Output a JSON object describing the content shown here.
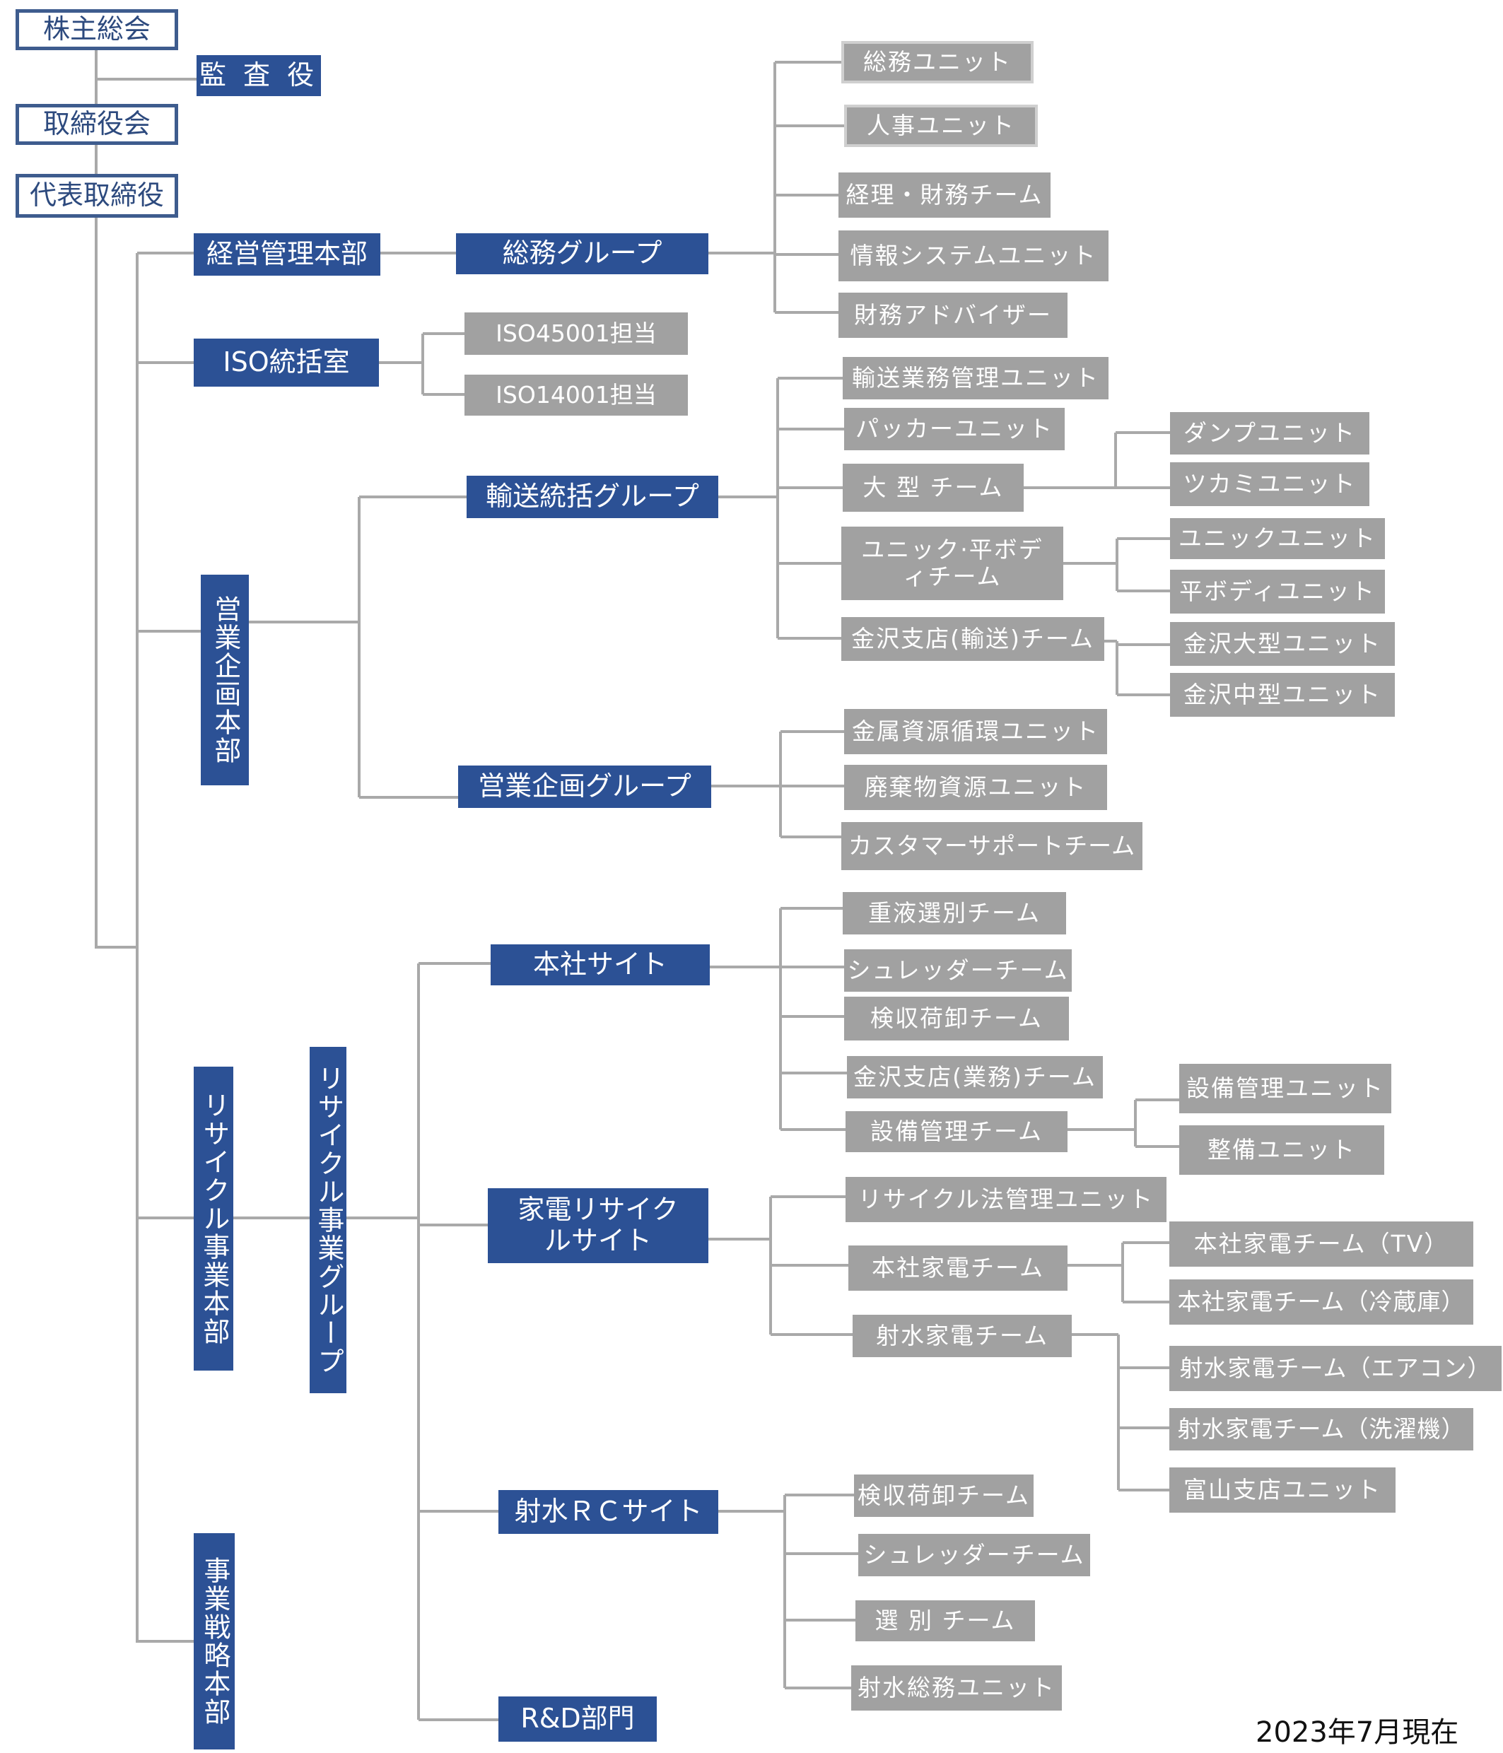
{
  "title": "",
  "date": "2023年7月現在",
  "nodes": {
    "shareholders": "株主総会",
    "auditor": "監 査 役",
    "board": "取締役会",
    "representative": "代表取締役",
    "mgmt_hq": "経営管理本部",
    "general_group": "総務グループ",
    "general_unit": "総務ユニット",
    "hr_unit": "人事ユニット",
    "accounting_team": "経理・財務チーム",
    "it_unit": "情報システムユニット",
    "finance_advisor": "財務アドバイザー",
    "iso_office": "ISO統括室",
    "iso45001": "ISO45001担当",
    "iso14001": "ISO14001担当",
    "sales_hq": "営業企画本部",
    "transport_group": "輸送統括グループ",
    "transport_mgmt_unit": "輸送業務管理ユニット",
    "packer_unit": "パッカーユニット",
    "large_team": "大 型 チーム",
    "dump_unit": "ダンプユニット",
    "grab_unit": "ツカミユニット",
    "unic_team": "ユニック·平ボディチーム",
    "unic_unit": "ユニックユニット",
    "flatbody_unit": "平ボディユニット",
    "kanazawa_transport_team": "金沢支店(輸送)チーム",
    "kanazawa_large_unit": "金沢大型ユニット",
    "kanazawa_medium_unit": "金沢中型ユニット",
    "sales_group": "営業企画グループ",
    "metal_unit": "金属資源循環ユニット",
    "waste_unit": "廃棄物資源ユニット",
    "customer_team": "カスタマーサポートチーム",
    "recycle_hq": "リサイクル事業本部",
    "recycle_group": "リサイクル事業グループ",
    "hq_site": "本社サイト",
    "heavy_liquid_team": "重液選別チーム",
    "shredder_team_hq": "シュレッダーチーム",
    "inspection_team_hq": "検収荷卸チーム",
    "kanazawa_ops_team": "金沢支店(業務)チーム",
    "equipment_team": "設備管理チーム",
    "equipment_unit": "設備管理ユニット",
    "maintenance_unit": "整備ユニット",
    "appliance_site": "家電リサイクルサイト",
    "recycle_law_unit": "リサイクル法管理ユニット",
    "hq_appliance_team": "本社家電チーム",
    "hq_tv": "本社家電チーム（TV）",
    "hq_fridge": "本社家電チーム（冷蔵庫）",
    "imizu_appliance_team": "射水家電チーム",
    "imizu_aircon": "射水家電チーム（エアコン）",
    "imizu_washer": "射水家電チーム（洗濯機）",
    "toyama_unit": "富山支店ユニット",
    "imizu_rc_site": "射水ＲＣサイト",
    "inspection_team_imizu": "検収荷卸チーム",
    "shredder_team_imizu": "シュレッダーチーム",
    "sorting_team": "選 別 チーム",
    "imizu_general_unit": "射水総務ユニット",
    "rd_dept": "R&D部門",
    "strategy_hq": "事業戦略本部"
  }
}
